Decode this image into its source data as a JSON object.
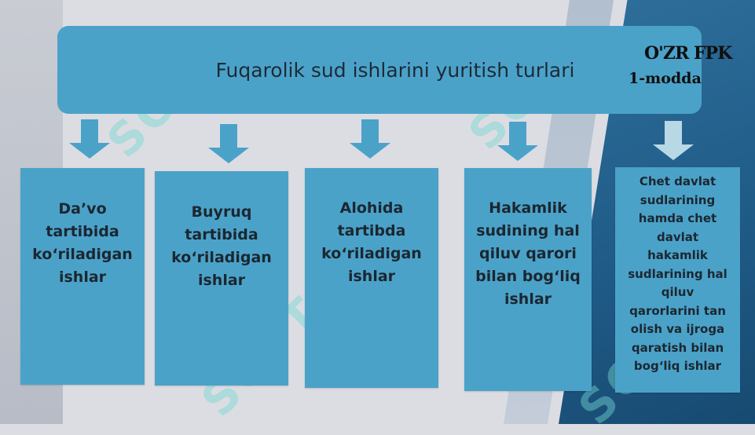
{
  "title": "Fuqarolik sud ishlarini yuritish turlari",
  "stamp": {
    "line1": "O'ZR FPK",
    "line2": "1-modda"
  },
  "cards": [
    {
      "lines": [
        "Da’vo",
        "tartibida",
        "ko‘riladigan",
        "ishlar"
      ]
    },
    {
      "lines": [
        "Buyruq",
        "tartibida",
        "ko‘riladigan",
        "ishlar"
      ]
    },
    {
      "lines": [
        "Alohida",
        "tartibda",
        "ko‘riladigan",
        "ishlar"
      ]
    },
    {
      "lines": [
        "Hakamlik",
        "sudining hal",
        "qiluv qarori",
        "bilan bog‘liq",
        "ishlar"
      ]
    },
    {
      "lines": [
        "Chet davlat",
        "sudlarining",
        "hamda chet",
        "davlat",
        "hakamlik",
        "sudlarining  hal",
        "qiluv",
        "qarorlarini tan",
        "olish va ijroga",
        "qaratish bilan",
        "bog‘liq ishlar"
      ]
    }
  ],
  "colors": {
    "accent": "#4ba2c9",
    "text": "#1b2730"
  }
}
